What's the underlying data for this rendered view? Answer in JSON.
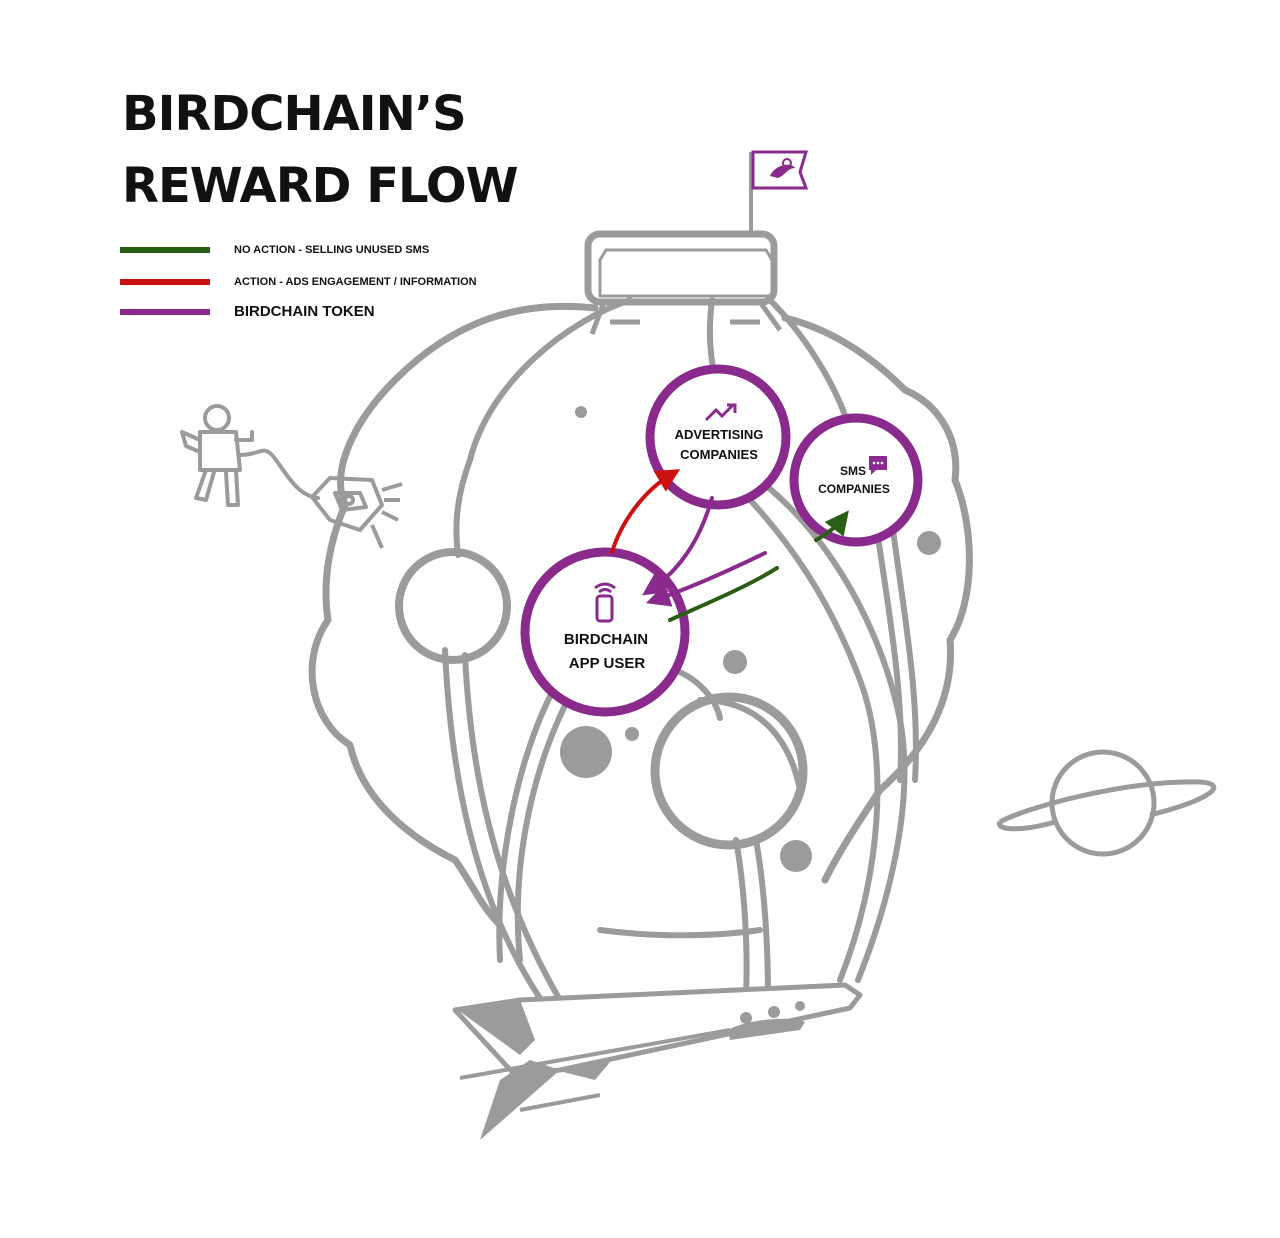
{
  "title": {
    "line1": "BIRDCHAIN’S",
    "line2": "REWARD FLOW"
  },
  "legend": [
    {
      "label": "NO ACTION - SELLING UNUSED SMS",
      "color": "#2a5e14"
    },
    {
      "label": "ACTION - ADS ENGAGEMENT / INFORMATION",
      "color": "#cc1111"
    },
    {
      "label": "BIRDCHAIN TOKEN",
      "color": "#8a2a8c"
    }
  ],
  "nodes": {
    "advertising": {
      "line1": "ADVERTISING",
      "line2": "COMPANIES",
      "icon": "trending-up-icon"
    },
    "sms": {
      "line1": "SMS",
      "line2": "COMPANIES",
      "icon": "chat-bubble-icon"
    },
    "user": {
      "line1": "BIRDCHAIN",
      "line2": "APP USER",
      "icon": "phone-signal-icon"
    }
  },
  "colors": {
    "outline": "#9b9b9b",
    "token": "#8a2a8c",
    "action": "#cc1111",
    "noaction": "#2a5e14",
    "text": "#111111"
  },
  "decorations": [
    "flag-icon",
    "astronaut-icon",
    "rocket-icon",
    "planet-icon",
    "lander-pod-icon"
  ]
}
